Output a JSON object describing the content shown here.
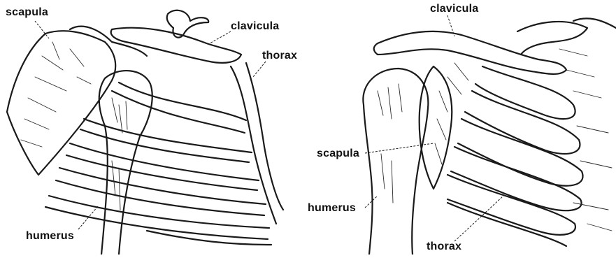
{
  "figure": {
    "left_view": {
      "labels": {
        "scapula": "scapula",
        "clavicula": "clavicula",
        "thorax": "thorax",
        "humerus": "humerus"
      }
    },
    "right_view": {
      "labels": {
        "clavicula": "clavicula",
        "scapula": "scapula",
        "humerus": "humerus",
        "thorax": "thorax"
      }
    }
  }
}
